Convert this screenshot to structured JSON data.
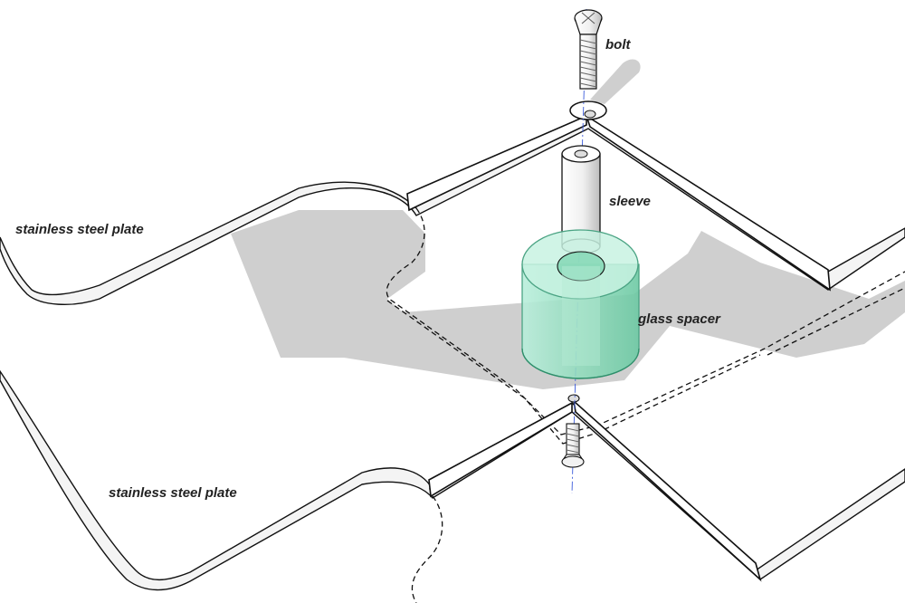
{
  "labels": {
    "bolt": "bolt",
    "sleeve": "sleeve",
    "glass_spacer": "glass spacer",
    "top_plate": "stainless steel plate",
    "bottom_plate": "stainless steel plate"
  },
  "colors": {
    "outline": "#111111",
    "shadow": "#cfcfcf",
    "axis": "#3b5bdb",
    "spacer_fill": "#9fe3c8",
    "spacer_stroke": "#4aa383",
    "plate_face": "#ffffff",
    "plate_edge": "#f2f2f2",
    "metal_light": "#ffffff",
    "metal_dark": "#bdbdbd"
  },
  "icons": [
    "bolt-icon",
    "sleeve-icon",
    "glass-spacer-icon",
    "plate-icon"
  ]
}
